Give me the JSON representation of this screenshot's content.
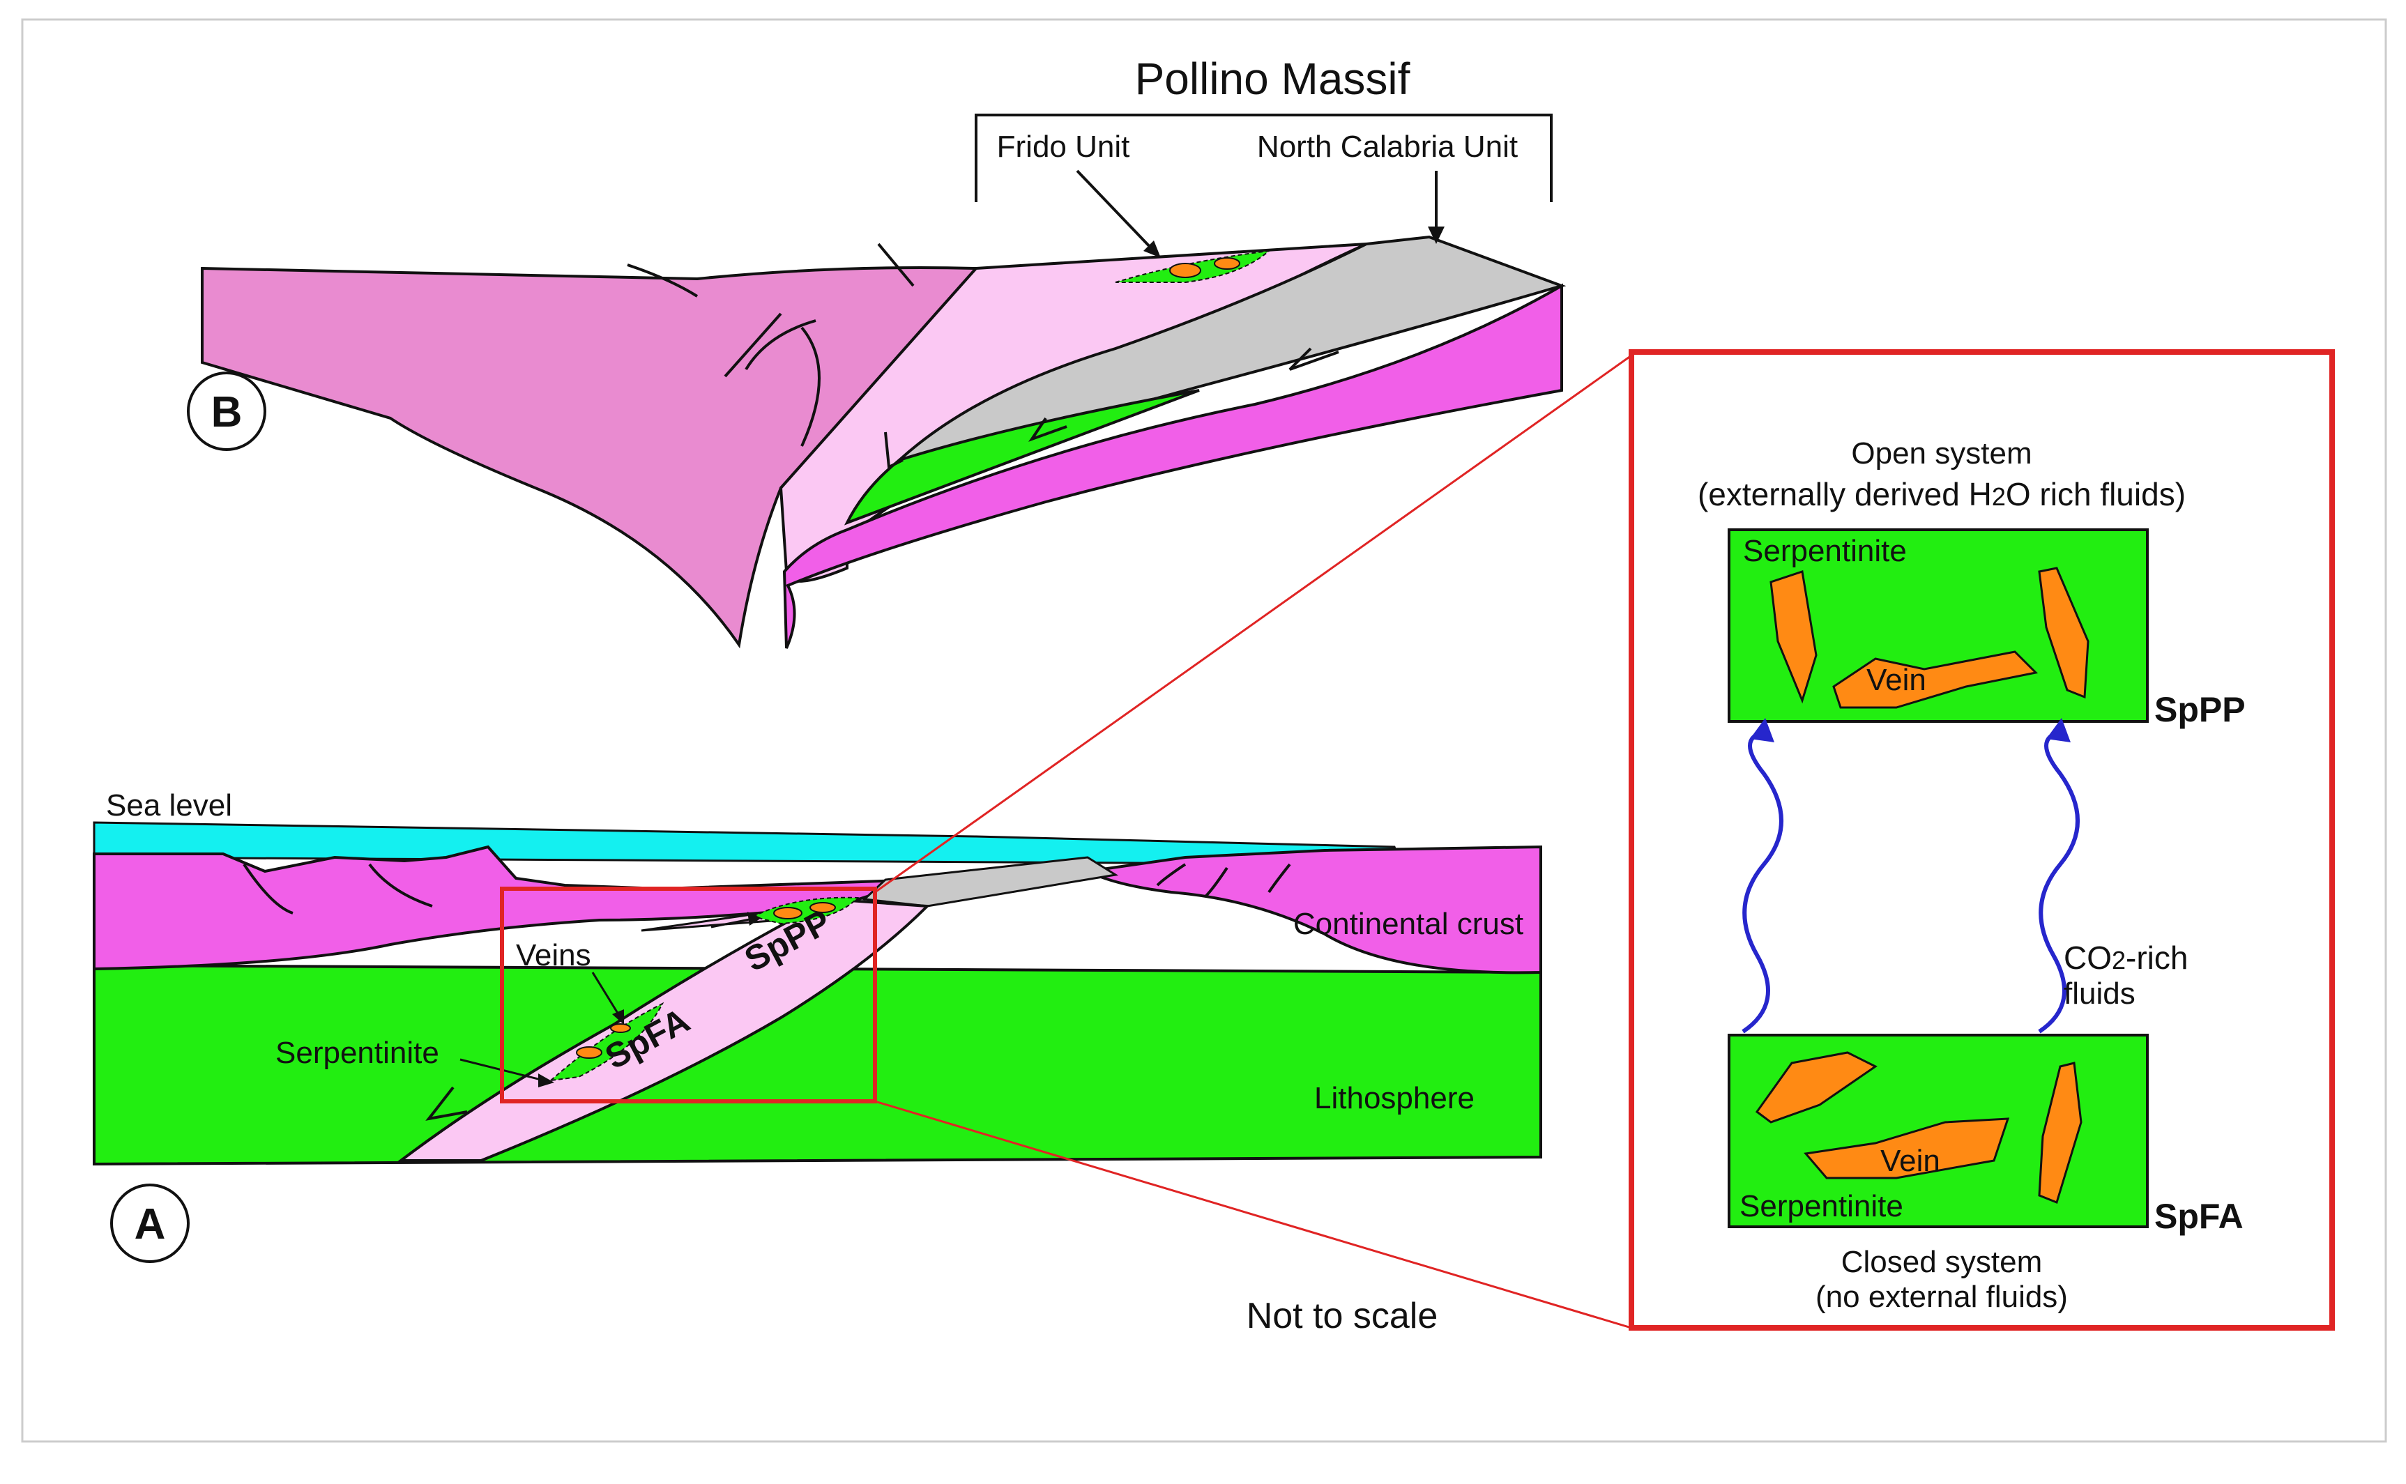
{
  "figure": {
    "colors": {
      "crust_pink": "#e98bd0",
      "light_pink": "#fbc8f3",
      "magenta": "#f15fe8",
      "green": "#22ee11",
      "grey": "#c9c9c9",
      "sea_cyan": "#14f0f0",
      "vein_orange": "#ff8a14",
      "frame_red": "#e02424",
      "fluid_blue": "#2626cc",
      "border_grey": "#cccccc"
    },
    "panel_b": {
      "letter": "B",
      "title": "Pollino Massif",
      "frido_unit": "Frido Unit",
      "north_calabria_unit": "North Calabria Unit"
    },
    "panel_a": {
      "letter": "A",
      "sea_level": "Sea level",
      "continental_crust": "Continental crust",
      "veins": "Veins",
      "serpentinite": "Serpentinite",
      "lithosphere": "Lithosphere",
      "sppp": "SpPP",
      "spfa": "SpFA"
    },
    "inset": {
      "open_system_line1": "Open system",
      "open_system_line2_pre": "(externally derived H",
      "open_system_sub": "2",
      "open_system_line2_post": "O rich fluids)",
      "top_serpentinite": "Serpentinite",
      "top_vein": "Vein",
      "top_sample": "SpPP",
      "bottom_serpentinite": "Serpentinite",
      "bottom_vein": "Vein",
      "bottom_sample": "SpFA",
      "fluid_line1_pre": "CO",
      "fluid_sub": "2",
      "fluid_line1_post": "-rich",
      "fluid_line2": "fluids",
      "closed_system_line1": "Closed system",
      "closed_system_line2": "(no external fluids)"
    },
    "not_to_scale": "Not to scale"
  }
}
